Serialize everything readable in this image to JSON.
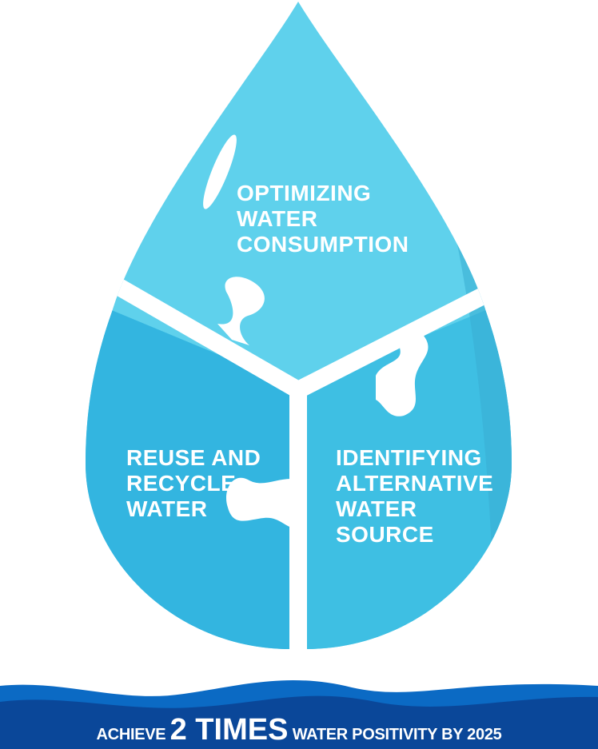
{
  "segments": {
    "top": [
      "OPTIMIZING",
      "WATER",
      "CONSUMPTION"
    ],
    "left": [
      "REUSE AND",
      "RECYCLE",
      "WATER"
    ],
    "right": [
      "IDENTIFYING",
      "ALTERNATIVE",
      "WATER",
      "SOURCE"
    ]
  },
  "banner": {
    "prefix": "ACHIEVE",
    "highlight": "2 TIMES",
    "suffix": "WATER POSITIVITY BY 2025"
  },
  "colors": {
    "top": "#5fd1ec",
    "left": "#33b5e0",
    "right": "#3ebfe3",
    "wave_light": "#0b6ac4",
    "wave_dark": "#0a4799"
  }
}
